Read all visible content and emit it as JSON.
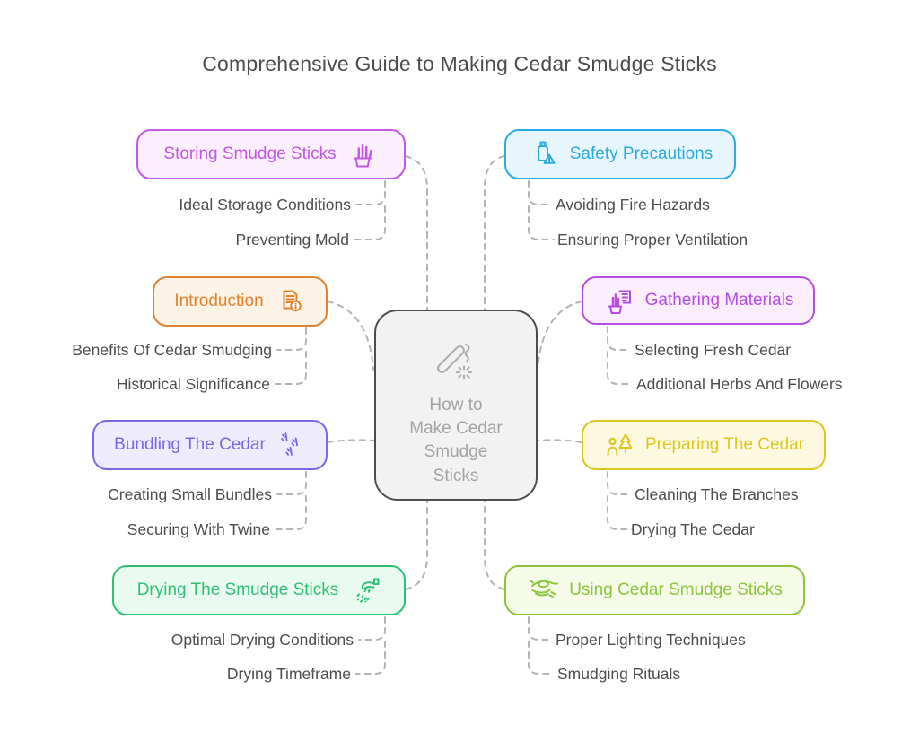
{
  "title": "Comprehensive Guide to Making Cedar Smudge Sticks",
  "connector_color": "#b3b3b3",
  "center": {
    "label": "How to\nMake Cedar\nSmudge\nSticks",
    "icon": "smudge-stick-icon",
    "border_color": "#4d4d4d",
    "bg": "#f2f2f2",
    "text_color": "#a3a3a3"
  },
  "branches": [
    {
      "label": "Storing Smudge Sticks",
      "side": "left",
      "icon": "basket-of-sticks-icon",
      "color": "#c258e6",
      "bg": "#fbeefd",
      "children": [
        "Ideal Storage Conditions",
        "Preventing Mold"
      ]
    },
    {
      "label": "Safety Precautions",
      "side": "right",
      "icon": "usb-warning-icon",
      "color": "#2aabe2",
      "bg": "#e7f6fd",
      "children": [
        "Avoiding Fire Hazards",
        "Ensuring Proper Ventilation"
      ]
    },
    {
      "label": "Introduction",
      "side": "left",
      "icon": "document-info-icon",
      "color": "#e2822e",
      "bg": "#fdf2e6",
      "children": [
        "Benefits Of Cedar Smudging",
        "Historical Significance"
      ]
    },
    {
      "label": "Gathering Materials",
      "side": "right",
      "icon": "plant-and-document-icon",
      "color": "#b44ee2",
      "bg": "#faeefd",
      "children": [
        "Selecting Fresh Cedar",
        "Additional Herbs And Flowers"
      ]
    },
    {
      "label": "Bundling The Cedar",
      "side": "left",
      "icon": "twigs-icon",
      "color": "#7b68e8",
      "bg": "#eeebfc",
      "children": [
        "Creating Small Bundles",
        "Securing With Twine"
      ]
    },
    {
      "label": "Preparing The Cedar",
      "side": "right",
      "icon": "person-and-tree-icon",
      "color": "#ddc81e",
      "bg": "#fdf9e0",
      "children": [
        "Cleaning The Branches",
        "Drying The Cedar"
      ]
    },
    {
      "label": "Drying The Smudge Sticks",
      "side": "left",
      "icon": "hand-sprinkling-icon",
      "color": "#2ec175",
      "bg": "#e9faf1",
      "children": [
        "Optimal Drying Conditions",
        "Drying Timeframe"
      ]
    },
    {
      "label": "Using Cedar Smudge Sticks",
      "side": "right",
      "icon": "twine-tangle-icon",
      "color": "#8cc63f",
      "bg": "#f5fbe6",
      "children": [
        "Proper Lighting Techniques",
        "Smudging Rituals"
      ]
    }
  ]
}
